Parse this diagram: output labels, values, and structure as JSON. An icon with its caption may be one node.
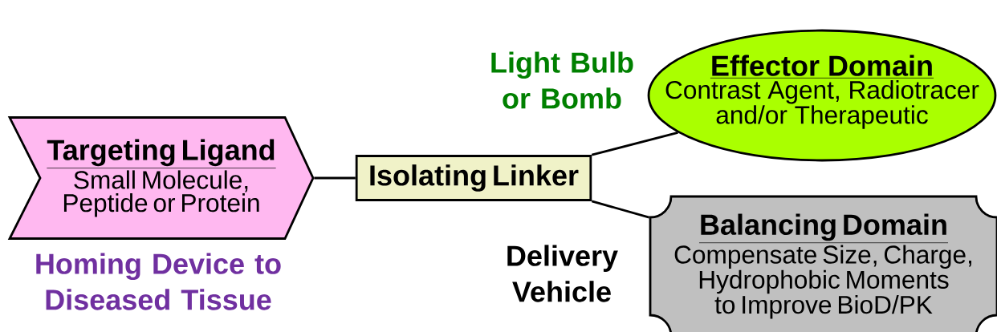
{
  "diagram": {
    "nodes": [
      {
        "text": [
          "Targeting Ligand",
          "Small Molecule, Peptide or Protein"
        ],
        "beside": [
          "Homing Device to Diseased Tissue"
        ]
      },
      {
        "text": [
          "Isolating Linker"
        ]
      },
      {
        "text": [
          "Effector Domain",
          "Contrast Agent, Radiotracer and/or Therapeutic"
        ],
        "beside": [
          "Light Bulb or Bomb"
        ]
      },
      {
        "text": [
          "Balancing Domain",
          "Compensate Size, Charge, Hydrophobic Moments to Improve BioD/PK"
        ],
        "beside": [
          "Delivery Vehicle"
        ]
      }
    ],
    "edges": [
      {
        "from": 0,
        "to": 1,
        "arrow": "none"
      },
      {
        "from": 1,
        "to": 2,
        "arrow": "none"
      },
      {
        "from": 1,
        "to": 3,
        "arrow": "none"
      }
    ]
  }
}
